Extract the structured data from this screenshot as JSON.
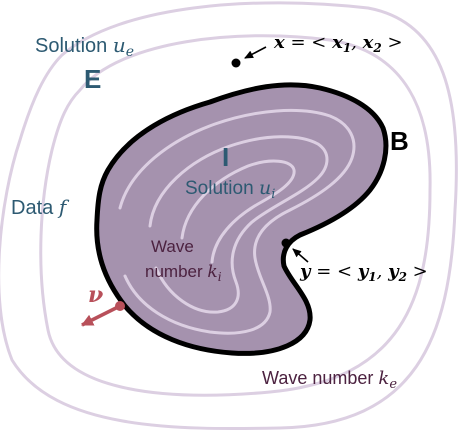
{
  "diagram": {
    "labels": {
      "exterior_solution_prefix": "Solution ",
      "exterior_solution_var": "u",
      "exterior_solution_sub": "e",
      "exterior_region": "E",
      "point_x_var": "x",
      "point_x_eq": " = < ",
      "point_x_c1": "x",
      "point_x_c1_sub": "1",
      "point_x_comma": ", ",
      "point_x_c2": "x",
      "point_x_c2_sub": "2",
      "point_x_close": " >",
      "boundary": "B",
      "interior_region": "I",
      "interior_solution_prefix": "Solution ",
      "interior_solution_var": "u",
      "interior_solution_sub": "i",
      "data_prefix": "Data ",
      "data_var": "f",
      "interior_wave_line1": "Wave",
      "interior_wave_line2": "number ",
      "interior_wave_var": "k",
      "interior_wave_sub": "i",
      "point_y_var": "y",
      "point_y_eq": " = < ",
      "point_y_c1": "y",
      "point_y_c1_sub": "1",
      "point_y_comma": ", ",
      "point_y_c2": "y",
      "point_y_c2_sub": "2",
      "point_y_close": " >",
      "normal": "ν",
      "exterior_wave_prefix": "Wave number ",
      "exterior_wave_var": "k",
      "exterior_wave_sub": "e"
    },
    "colors": {
      "region_fill": "#a592ae",
      "contour_lines": "#dccfe2",
      "boundary": "#000000",
      "label_teal": "#2d5a72",
      "label_plum": "#4c2240",
      "normal_arrow": "#b8505a",
      "point_marker": "#000000"
    }
  }
}
